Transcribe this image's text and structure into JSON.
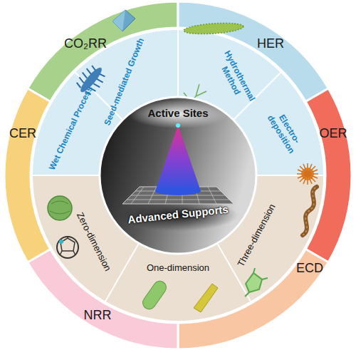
{
  "diagram": {
    "nodes": [
      {
        "text": [
          "CO₂RR"
        ]
      },
      {
        "text": [
          "HER"
        ]
      },
      {
        "text": [
          "OER"
        ]
      },
      {
        "text": [
          "ECD"
        ]
      },
      {
        "text": [
          "NRR"
        ]
      },
      {
        "text": [
          "CER"
        ]
      },
      {
        "text": [
          "Wet Chemical Process"
        ]
      },
      {
        "text": [
          "Seed-mediated Growth"
        ]
      },
      {
        "text": [
          "Hydrothermal Method"
        ]
      },
      {
        "text": [
          "Electro-deposition"
        ]
      },
      {
        "text": [
          "Three-dimension"
        ]
      },
      {
        "text": [
          "One-dimension"
        ]
      },
      {
        "text": [
          "Zero-dimension"
        ]
      },
      {
        "text": [
          "Active Sites",
          "Advanced Supports"
        ]
      }
    ]
  }
}
